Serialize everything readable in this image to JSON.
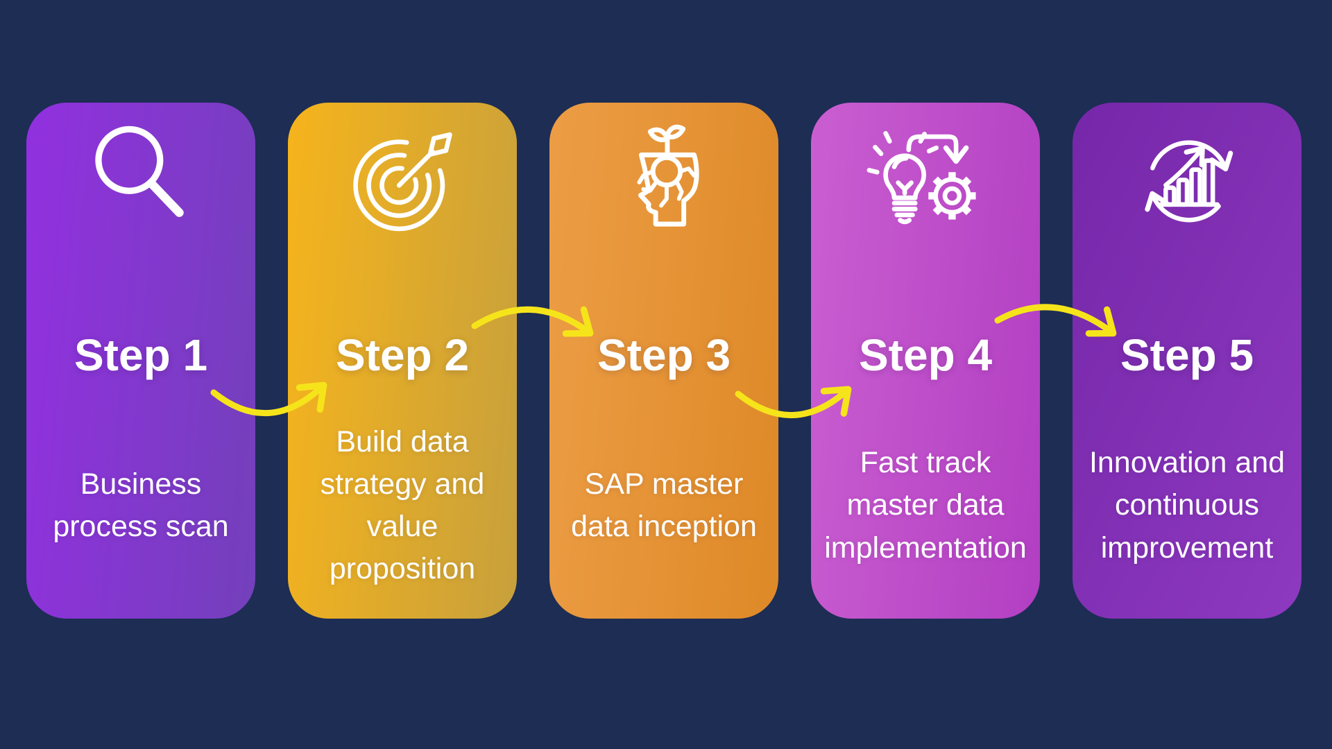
{
  "background_color": "#1d2d54",
  "text_color": "#ffffff",
  "arrow": {
    "color": "#f6e41b"
  },
  "steps": [
    {
      "label": "Step 1",
      "description": "Business process scan",
      "icon": "magnifier-icon",
      "gradient": {
        "from": "#9230e0",
        "to": "#7340bb"
      }
    },
    {
      "label": "Step 2",
      "description": "Build data strategy and value proposition",
      "icon": "target-dart-icon",
      "gradient": {
        "from": "#f6b41c",
        "to": "#c7a03c"
      }
    },
    {
      "label": "Step 3",
      "description": "SAP master data inception",
      "icon": "head-sprout-icon",
      "gradient": {
        "from": "#ec9d45",
        "to": "#de8927"
      }
    },
    {
      "label": "Step 4",
      "description": "Fast track master data implementation",
      "icon": "lightbulb-gear-icon",
      "gradient": {
        "from": "#ca5ed1",
        "to": "#b23fc2"
      }
    },
    {
      "label": "Step 5",
      "description": "Innovation and continuous improvement",
      "icon": "growth-cycle-icon",
      "gradient": {
        "from": "#7627a9",
        "to": "#8d39c0"
      }
    }
  ]
}
